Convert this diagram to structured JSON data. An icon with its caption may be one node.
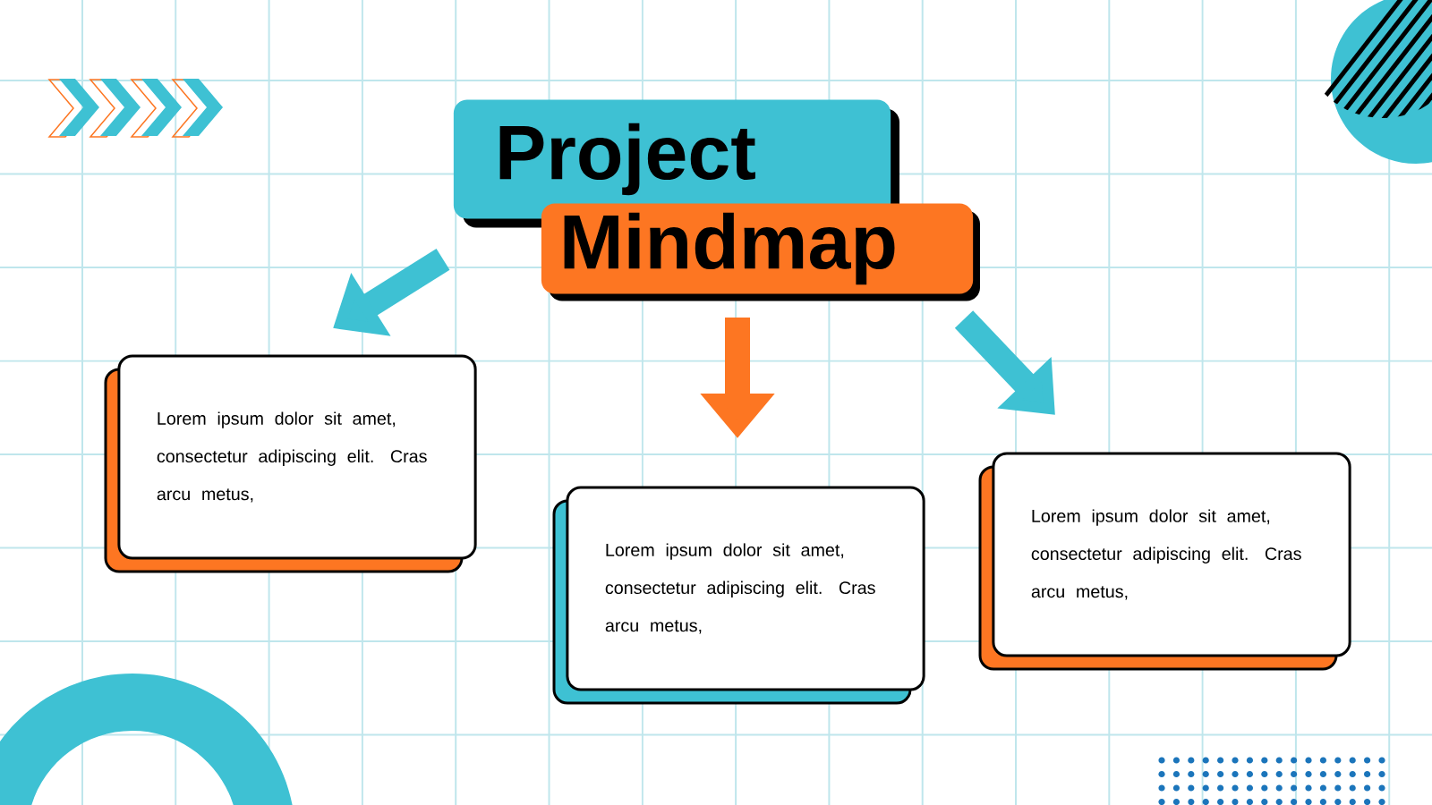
{
  "diagram": {
    "nodes": [
      {
        "text": [
          "Project"
        ]
      },
      {
        "text": [
          "Mindmap"
        ]
      },
      {
        "text": [
          "Lorem ipsum dolor sit amet, consectetur adipiscing elit. Cras arcu metus,"
        ]
      },
      {
        "text": [
          "Lorem ipsum dolor sit amet, consectetur adipiscing elit. Cras arcu metus,"
        ]
      },
      {
        "text": [
          "Lorem ipsum dolor sit amet, consectetur adipiscing elit. Cras arcu metus,"
        ]
      }
    ],
    "edges": [
      {
        "from": 0,
        "to": 2,
        "arrow": "to"
      },
      {
        "from": 1,
        "to": 3,
        "arrow": "to",
        "color": "#fd7622"
      },
      {
        "from": 1,
        "to": 4,
        "arrow": "to"
      }
    ]
  }
}
